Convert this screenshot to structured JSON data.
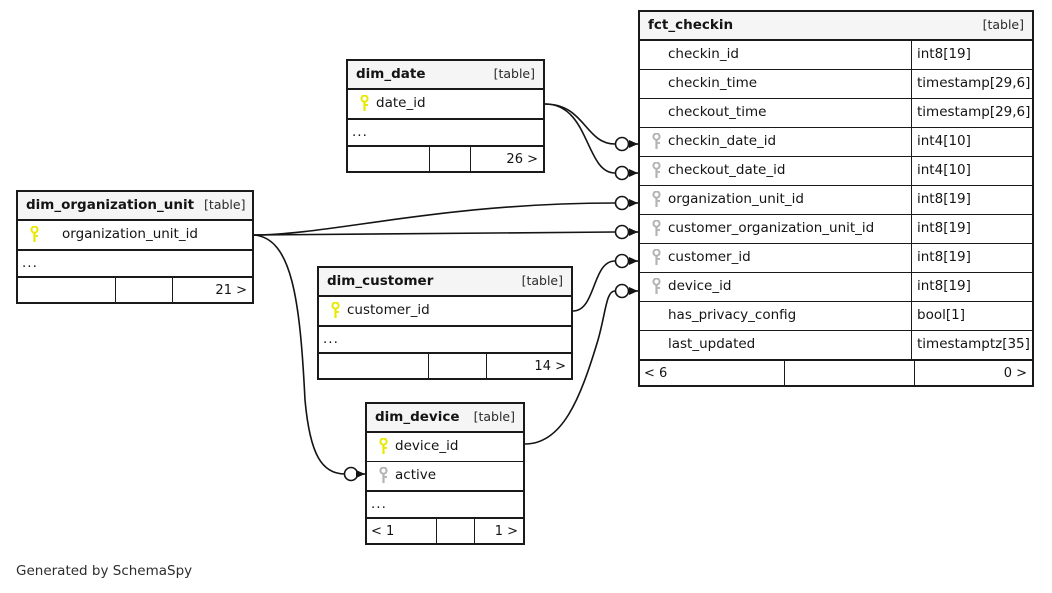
{
  "diagram": {
    "caption": "Generated by SchemaSpy",
    "key_colors": {
      "primary_key": "#e8e800",
      "foreign_key": "#b3b3b3"
    },
    "line_color": "#141414"
  },
  "tables": {
    "fct_checkin": {
      "name": "fct_checkin",
      "kind": "[table]",
      "columns": [
        {
          "key": "none",
          "name": "checkin_id",
          "type": "int8[19]"
        },
        {
          "key": "none",
          "name": "checkin_time",
          "type": "timestamp[29,6]"
        },
        {
          "key": "none",
          "name": "checkout_time",
          "type": "timestamp[29,6]"
        },
        {
          "key": "fk",
          "name": "checkin_date_id",
          "type": "int4[10]"
        },
        {
          "key": "fk",
          "name": "checkout_date_id",
          "type": "int4[10]"
        },
        {
          "key": "fk",
          "name": "organization_unit_id",
          "type": "int8[19]"
        },
        {
          "key": "fk",
          "name": "customer_organization_unit_id",
          "type": "int8[19]"
        },
        {
          "key": "fk",
          "name": "customer_id",
          "type": "int8[19]"
        },
        {
          "key": "fk",
          "name": "device_id",
          "type": "int8[19]"
        },
        {
          "key": "none",
          "name": "has_privacy_config",
          "type": "bool[1]"
        },
        {
          "key": "none",
          "name": "last_updated",
          "type": "timestamptz[35]"
        }
      ],
      "footer": {
        "left": "< 6",
        "middle": "",
        "right": "0 >"
      }
    },
    "dim_date": {
      "name": "dim_date",
      "kind": "[table]",
      "columns": [
        {
          "key": "pk",
          "name": "date_id",
          "type": ""
        }
      ],
      "ellipsis": "...",
      "footer": {
        "left": "",
        "middle": "",
        "right": "26 >"
      }
    },
    "dim_organization_unit": {
      "name": "dim_organization_unit",
      "kind": "[table]",
      "columns": [
        {
          "key": "pk",
          "name": "organization_unit_id",
          "type": ""
        }
      ],
      "ellipsis": "...",
      "footer": {
        "left": "",
        "middle": "",
        "right": "21 >"
      }
    },
    "dim_customer": {
      "name": "dim_customer",
      "kind": "[table]",
      "columns": [
        {
          "key": "pk",
          "name": "customer_id",
          "type": ""
        }
      ],
      "ellipsis": "...",
      "footer": {
        "left": "",
        "middle": "",
        "right": "14 >"
      }
    },
    "dim_device": {
      "name": "dim_device",
      "kind": "[table]",
      "columns": [
        {
          "key": "pk",
          "name": "device_id",
          "type": ""
        },
        {
          "key": "fk",
          "name": "active",
          "type": ""
        }
      ],
      "ellipsis": "...",
      "footer": {
        "left": "< 1",
        "middle": "",
        "right": "1 >"
      }
    }
  },
  "relationships": [
    {
      "from": "dim_date",
      "from_column": "date_id",
      "to": "fct_checkin",
      "to_column": "checkin_date_id"
    },
    {
      "from": "dim_date",
      "from_column": "date_id",
      "to": "fct_checkin",
      "to_column": "checkout_date_id"
    },
    {
      "from": "dim_organization_unit",
      "from_column": "organization_unit_id",
      "to": "fct_checkin",
      "to_column": "organization_unit_id"
    },
    {
      "from": "dim_organization_unit",
      "from_column": "organization_unit_id",
      "to": "fct_checkin",
      "to_column": "customer_organization_unit_id"
    },
    {
      "from": "dim_organization_unit",
      "from_column": "organization_unit_id",
      "to": "dim_device",
      "to_column": "active"
    },
    {
      "from": "dim_customer",
      "from_column": "customer_id",
      "to": "fct_checkin",
      "to_column": "customer_id"
    },
    {
      "from": "dim_device",
      "from_column": "device_id",
      "to": "fct_checkin",
      "to_column": "device_id"
    }
  ]
}
